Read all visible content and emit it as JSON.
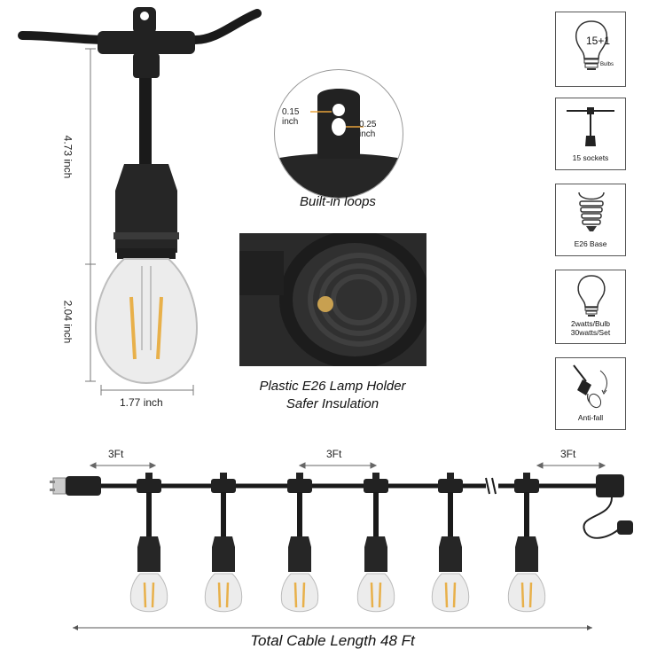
{
  "dimensions": {
    "height_top": "4.73 inch",
    "height_bulb": "2.04 inch",
    "width_bulb": "1.77 inch"
  },
  "loops": {
    "caption": "Built-in loops",
    "small": "0.15\ninch",
    "large": "0.25\ninch"
  },
  "holder": {
    "caption_line1": "Plastic E26 Lamp Holder",
    "caption_line2": "Safer Insulation"
  },
  "icons": [
    {
      "name": "bulbs-count-icon",
      "label": "15+1",
      "sub": "Bulbs"
    },
    {
      "name": "sockets-icon",
      "label": "15 sockets"
    },
    {
      "name": "e26-base-icon",
      "label": "E26 Base"
    },
    {
      "name": "wattage-icon",
      "label": "2watts/Bulb\n30watts/Set"
    },
    {
      "name": "anti-fall-icon",
      "label": "Anti-fall"
    }
  ],
  "string": {
    "spacing_left": "3Ft",
    "spacing_mid": "3Ft",
    "spacing_right": "3Ft",
    "total": "Total Cable Length 48 Ft"
  },
  "colors": {
    "cable": "#1a1a1a",
    "bulb_glass": "#d9d9d9",
    "filament": "#e8b04a"
  }
}
